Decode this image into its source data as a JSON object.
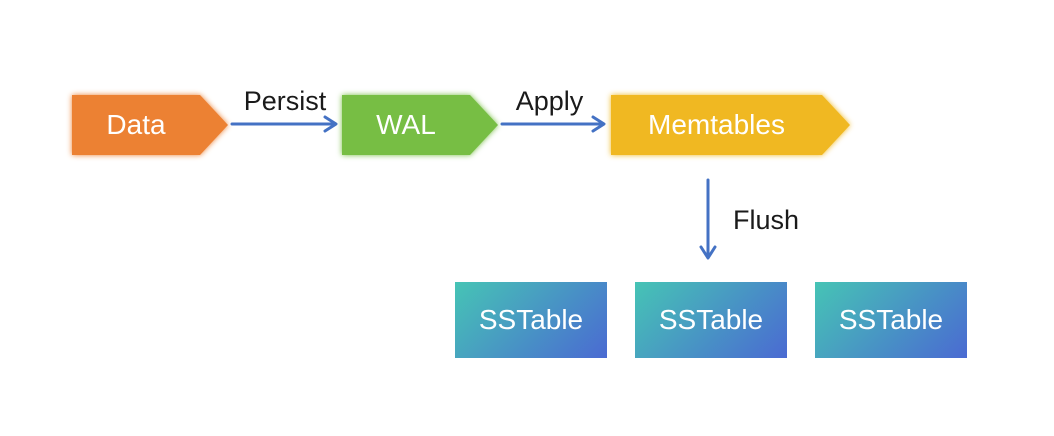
{
  "canvas": {
    "background": "#ffffff"
  },
  "flow": {
    "data_node": {
      "label": "Data",
      "fill": "#EC8133",
      "text_color": "#ffffff",
      "shape": "arrow-pentagon"
    },
    "persist_edge": {
      "label": "Persist"
    },
    "wal_node": {
      "label": "WAL",
      "fill": "#77BE44",
      "text_color": "#ffffff",
      "shape": "arrow-pentagon"
    },
    "apply_edge": {
      "label": "Apply"
    },
    "memtables_node": {
      "label": "Memtables",
      "fill": "#F0B822",
      "text_color": "#ffffff",
      "shape": "arrow-pentagon"
    },
    "flush_edge": {
      "label": "Flush"
    },
    "sstable_nodes": [
      {
        "label": "SSTable"
      },
      {
        "label": "SSTable"
      },
      {
        "label": "SSTable"
      }
    ],
    "sstable_fill": {
      "gradient_from": "#46C4B5",
      "gradient_to": "#4A6AD2"
    },
    "edge_color": "#4472C4",
    "edge_label_color": "#1a1a1a"
  }
}
